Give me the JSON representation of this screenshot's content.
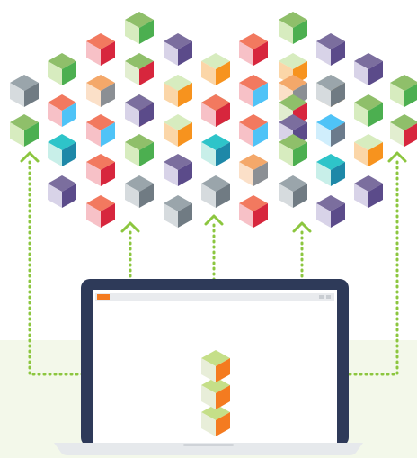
{
  "colors": {
    "background": "#ffffff",
    "ground_band": "#f3f8ea",
    "arrow": "#8cc63f",
    "laptop_frame": "#2e3a59",
    "laptop_base": "#e6e9ec",
    "laptop_base_shadow": "#cfd3d8",
    "screen_bg": "#ffffff",
    "browser_tab": "#f47b20",
    "browser_bar": "#e9ebee",
    "stack_green": "#c5df88",
    "stack_light": "#e8eed9",
    "stack_orange": "#f47b20"
  },
  "palette": [
    {
      "name": "orange",
      "top": "#d7ecbf",
      "left": "#fbd6a8",
      "right": "#f7931e"
    },
    {
      "name": "red",
      "top": "#f2795f",
      "left": "#f7c1c7",
      "right": "#d7263d"
    },
    {
      "name": "blue",
      "top": "#f2795f",
      "left": "#f7c1c7",
      "right": "#4fc3f7"
    },
    {
      "name": "green",
      "top": "#8fbf6a",
      "left": "#d7ecbf",
      "right": "#4caf50"
    },
    {
      "name": "purple",
      "top": "#7b6e9e",
      "left": "#d8d3e8",
      "right": "#5b4b8a"
    },
    {
      "name": "teal",
      "top": "#2ec4c9",
      "left": "#c8efe9",
      "right": "#1e88a8"
    },
    {
      "name": "gray",
      "top": "#9aa5ab",
      "left": "#d6dbde",
      "right": "#707b83"
    },
    {
      "name": "peach",
      "top": "#f4a86a",
      "left": "#fbe0c8",
      "right": "#8b8f94"
    },
    {
      "name": "olive",
      "top": "#8fbf6a",
      "left": "#e2eed0",
      "right": "#d7263d"
    },
    {
      "name": "sky",
      "top": "#4fc3f7",
      "left": "#d0eefc",
      "right": "#6b7b8c"
    }
  ],
  "cubes": [
    "green",
    "red",
    "purple",
    "green",
    "red",
    "purple",
    "green",
    "gray",
    "olive",
    "orange",
    "orange",
    "purple",
    "peach",
    "orange",
    "orange",
    "green",
    "green",
    "blue",
    "blue",
    "olive",
    "green",
    "blue",
    "olive",
    "blue",
    "green",
    "olive",
    "teal",
    "purple",
    "orange",
    "teal",
    "purple",
    "sky",
    "orange",
    "orange",
    "teal",
    "purple",
    "red",
    "green",
    "purple",
    "gray",
    "green",
    "gray",
    "red",
    "purple",
    "red",
    "gray",
    "peach",
    "purple",
    "red",
    "gray",
    "peach",
    "gray",
    "teal",
    "gray",
    "teal",
    "red",
    "sky",
    "gray",
    "olive",
    "teal",
    "purple",
    "orange"
  ],
  "stack": [
    "green",
    "green",
    "green"
  ]
}
